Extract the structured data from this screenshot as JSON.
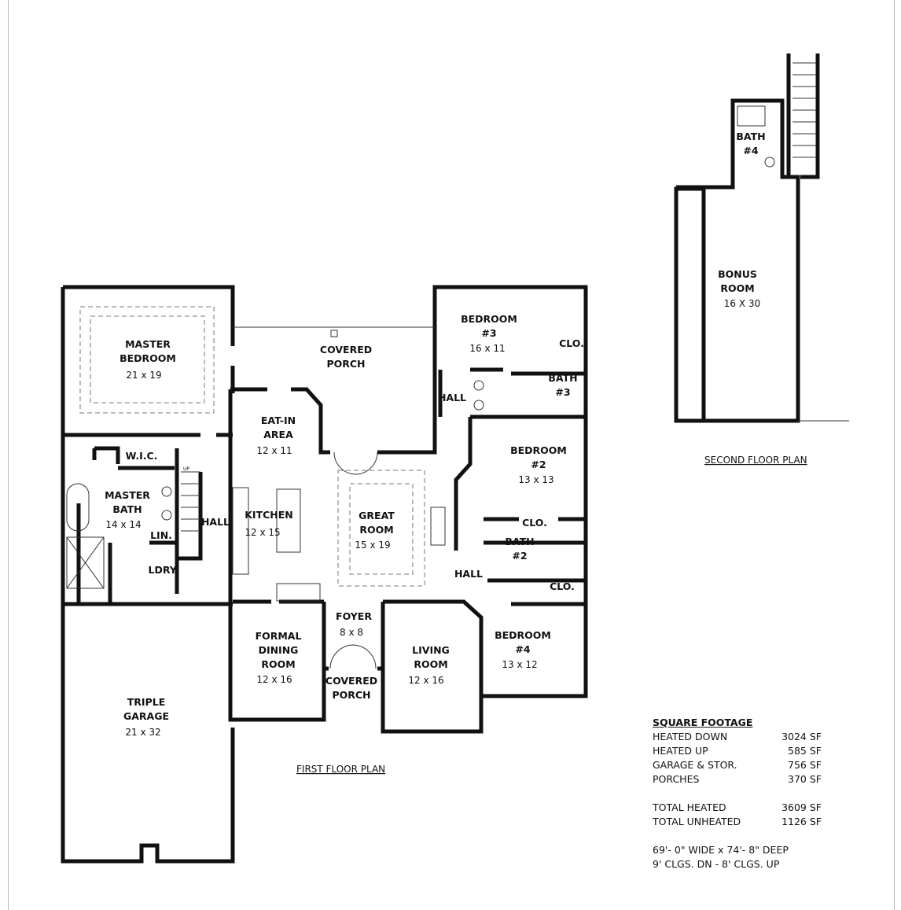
{
  "first_floor": {
    "caption": "FIRST FLOOR PLAN",
    "rooms": [
      {
        "id": "master-bedroom",
        "lines": [
          "MASTER",
          "BEDROOM"
        ],
        "size": "21 x 19"
      },
      {
        "id": "covered-porch-rear",
        "lines": [
          "COVERED",
          "PORCH"
        ],
        "size": ""
      },
      {
        "id": "eat-in-area",
        "lines": [
          "EAT-IN",
          "AREA"
        ],
        "size": "12 x 11"
      },
      {
        "id": "bedroom-3",
        "lines": [
          "BEDROOM",
          "#3"
        ],
        "size": "16 x 11"
      },
      {
        "id": "master-bath",
        "lines": [
          "MASTER",
          "BATH"
        ],
        "size": "14 x 14"
      },
      {
        "id": "kitchen",
        "lines": [
          "KITCHEN"
        ],
        "size": "12 x 15"
      },
      {
        "id": "great-room",
        "lines": [
          "GREAT",
          "ROOM"
        ],
        "size": "15 x 19"
      },
      {
        "id": "bedroom-2",
        "lines": [
          "BEDROOM",
          "#2"
        ],
        "size": "13 x 13"
      },
      {
        "id": "foyer",
        "lines": [
          "FOYER"
        ],
        "size": "8 x 8"
      },
      {
        "id": "formal-dining-room",
        "lines": [
          "FORMAL",
          "DINING",
          "ROOM"
        ],
        "size": "12 x 16"
      },
      {
        "id": "living-room",
        "lines": [
          "LIVING",
          "ROOM"
        ],
        "size": "12 x 16"
      },
      {
        "id": "bedroom-4",
        "lines": [
          "BEDROOM",
          "#4"
        ],
        "size": "13 x 12"
      },
      {
        "id": "covered-porch-front",
        "lines": [
          "COVERED",
          "PORCH"
        ],
        "size": ""
      },
      {
        "id": "triple-garage",
        "lines": [
          "TRIPLE",
          "GARAGE"
        ],
        "size": "21 x 32"
      }
    ],
    "small_labels": [
      "W.I.C.",
      "HALL",
      "LIN.",
      "LDRY.",
      "HALL",
      "CLO.",
      "BATH",
      "#3",
      "CLO.",
      "BATH",
      "#2",
      "HALL",
      "CLO.",
      "UP"
    ]
  },
  "second_floor": {
    "caption": "SECOND FLOOR PLAN",
    "rooms": [
      {
        "id": "bonus-room",
        "lines": [
          "BONUS",
          "ROOM"
        ],
        "size": "16 X 30"
      },
      {
        "id": "bath-4",
        "lines": [
          "BATH",
          "#4"
        ],
        "size": ""
      }
    ]
  },
  "square_footage": {
    "title": "SQUARE FOOTAGE",
    "rows": [
      {
        "label": "HEATED DOWN",
        "value": "3024 SF"
      },
      {
        "label": "HEATED UP",
        "value": "585 SF"
      },
      {
        "label": "GARAGE & STOR.",
        "value": "756 SF"
      },
      {
        "label": "PORCHES",
        "value": "370 SF"
      }
    ],
    "totals": [
      {
        "label": "TOTAL HEATED",
        "value": "3609 SF"
      },
      {
        "label": "TOTAL UNHEATED",
        "value": "1126 SF"
      }
    ],
    "dimensions": "69'- 0\" WIDE x 74'- 8\" DEEP",
    "ceilings": "9' CLGS. DN - 8' CLGS. UP"
  }
}
